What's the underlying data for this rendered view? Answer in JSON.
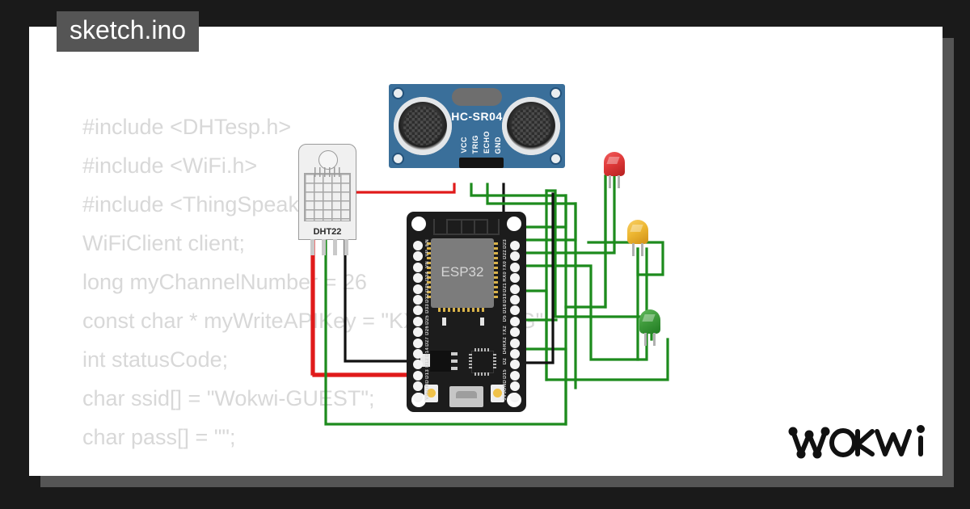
{
  "window": {
    "background_color": "#1a1a1a",
    "canvas_color": "#ffffff",
    "shadow_color": "#555555"
  },
  "tab": {
    "label": "sketch.ino",
    "background_color": "#555555",
    "text_color": "#ffffff"
  },
  "editor": {
    "text_color": "#d8d8d8",
    "lines": [
      "#include <DHTesp.h>",
      "#include <WiFi.h>",
      "#include <ThingSpeak.h>",
      "WiFiClient client;",
      "long myChannelNumber = 26",
      "const char * myWriteAPIKey = \"KXE3Z25525G\";",
      "int statusCode;",
      "char ssid[] = \"Wokwi-GUEST\";",
      "char pass[] = \"\";"
    ]
  },
  "diagram": {
    "ultrasonic": {
      "name": "HC-SR04",
      "board_color": "#3a6f9a",
      "pins": [
        "VCC",
        "TRIG",
        "ECHO",
        "GND"
      ],
      "pin_wire_colors": [
        "#e01b1b",
        "#1d8b1d",
        "#1d8b1d",
        "#111111"
      ]
    },
    "dht": {
      "name": "DHT22",
      "body_color": "#f0f0f0",
      "pin_wire_colors": [
        "#e01b1b",
        "#1d8b1d",
        "none",
        "#111111"
      ]
    },
    "esp32": {
      "name": "ESP32",
      "board_color": "#1c1c1c",
      "shield_label": "ESP32",
      "pins_left": [
        "EN",
        "VP",
        "VN",
        "D34",
        "D35",
        "D32",
        "D33",
        "D25",
        "D26",
        "D27",
        "D14",
        "D12",
        "D13",
        "GND",
        "VIN"
      ],
      "pins_right": [
        "D23",
        "D22",
        "TX0",
        "RX0",
        "D21",
        "D19",
        "D18",
        "D5",
        "TX2",
        "RX2",
        "D4",
        "D2",
        "D15",
        "GND",
        "3V3"
      ]
    },
    "leds": [
      {
        "color_name": "red",
        "hex": "#e03a3a"
      },
      {
        "color_name": "yellow",
        "hex": "#eeb833"
      },
      {
        "color_name": "green",
        "hex": "#3f9b3c"
      }
    ],
    "wire_colors": {
      "power": "#e01b1b",
      "ground": "#111111",
      "signal": "#1d8b1d"
    }
  },
  "branding": {
    "logo_text": "WOKWI"
  }
}
